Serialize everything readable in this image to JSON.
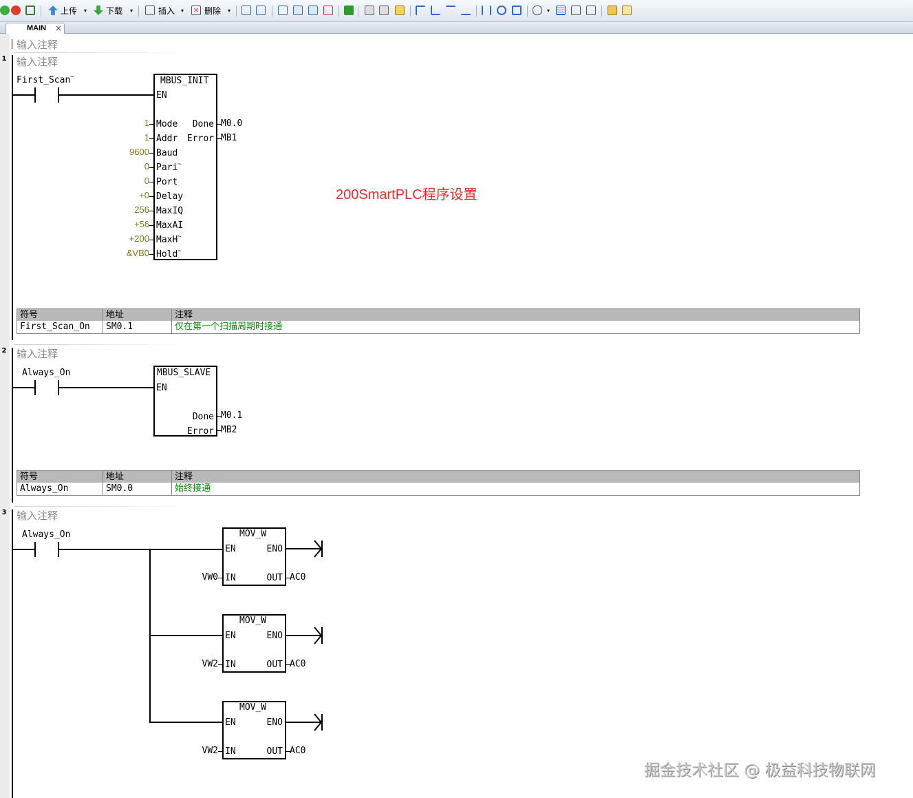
{
  "toolbar": {
    "upload": "上传",
    "download": "下载",
    "insert": "插入",
    "delete": "删除"
  },
  "tabs": [
    {
      "label": "MAIN",
      "close": "×"
    }
  ],
  "program_comment": "输入注释",
  "networks": [
    {
      "number": "1",
      "comment": "输入注释",
      "contact": "First_Scan",
      "contact_mark": "~",
      "block": {
        "name": "MBUS_INIT",
        "en": "EN",
        "inputs": [
          {
            "pin": "Mode",
            "value": "1"
          },
          {
            "pin": "Addr",
            "value": "1"
          },
          {
            "pin": "Baud",
            "value": "9600"
          },
          {
            "pin": "Pari",
            "value": "0",
            "mark": "~"
          },
          {
            "pin": "Port",
            "value": "0"
          },
          {
            "pin": "Delay",
            "value": "+0"
          },
          {
            "pin": "MaxIQ",
            "value": "256"
          },
          {
            "pin": "MaxAI",
            "value": "+56"
          },
          {
            "pin": "MaxH",
            "value": "+200",
            "mark": "~"
          },
          {
            "pin": "Hold",
            "value": "&VB0",
            "mark": "~"
          }
        ],
        "outputs": [
          {
            "pin": "Done",
            "value": "M0.0"
          },
          {
            "pin": "Error",
            "value": "MB1"
          }
        ]
      },
      "symbols": {
        "headers": [
          "符号",
          "地址",
          "注释"
        ],
        "row": [
          "First_Scan_On",
          "SM0.1",
          "仅在第一个扫描周期时接通"
        ]
      }
    },
    {
      "number": "2",
      "comment": "输入注释",
      "contact": "Always_On",
      "block": {
        "name": "MBUS_SLAVE",
        "en": "EN",
        "outputs": [
          {
            "pin": "Done",
            "value": "M0.1"
          },
          {
            "pin": "Error",
            "value": "MB2"
          }
        ]
      },
      "symbols": {
        "headers": [
          "符号",
          "地址",
          "注释"
        ],
        "row": [
          "Always_On",
          "SM0.0",
          "始终接通"
        ]
      }
    },
    {
      "number": "3",
      "comment": "输入注释",
      "contact": "Always_On",
      "blocks": [
        {
          "name": "MOV_W",
          "en": "EN",
          "eno": "ENO",
          "in_pin": "IN",
          "out_pin": "OUT",
          "in": "VW0",
          "out": "AC0"
        },
        {
          "name": "MOV_W",
          "en": "EN",
          "eno": "ENO",
          "in_pin": "IN",
          "out_pin": "OUT",
          "in": "VW2",
          "out": "AC0"
        },
        {
          "name": "MOV_W",
          "en": "EN",
          "eno": "ENO",
          "in_pin": "IN",
          "out_pin": "OUT",
          "in": "VW2",
          "out": "AC0"
        }
      ]
    }
  ],
  "annotation": "200SmartPLC程序设置",
  "watermark": "掘金技术社区 @ 极益科技物联网",
  "colors": {
    "annotation": "#e0322b",
    "comment_green": "#0a8a0a",
    "constant": "#7a7a1a"
  }
}
